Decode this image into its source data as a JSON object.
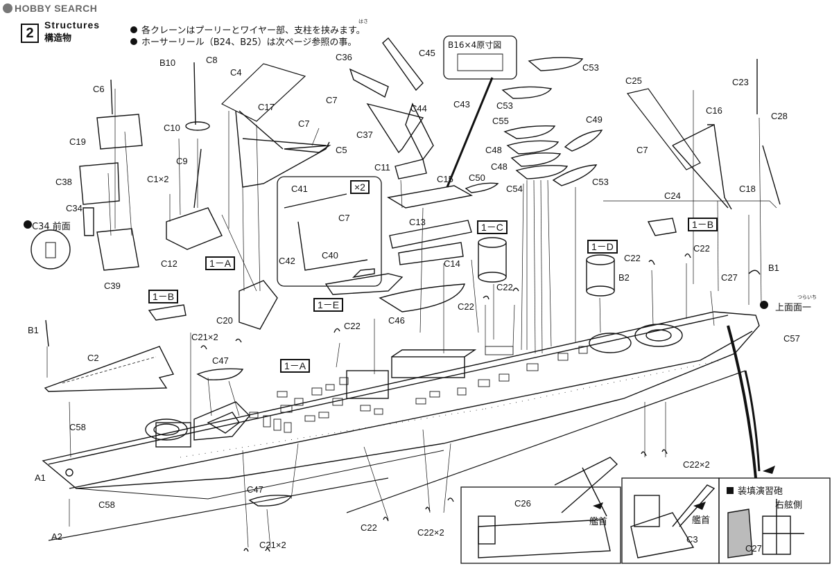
{
  "header": {
    "logo": "HOBBY SEARCH",
    "step_number": "2",
    "title_en": "Structures",
    "title_jp": "構造物",
    "notes": [
      "各クレーンはプーリーとワイヤー部、支柱を挟みます。",
      "ホーサーリール（B24、B25）は次ページ参照の事。"
    ],
    "ruby": "はさ"
  },
  "callouts": {
    "c34_front": "C34 前面",
    "b16_box": "B16×4原寸図",
    "x2": "×2",
    "upper_face": "上面面一",
    "upper_face_ruby": "つらいち",
    "bow1": "艦首",
    "bow2": "艦首",
    "drill_gun": "装填演習砲",
    "starboard": "右舷側"
  },
  "boxes": {
    "b1a": "1－A",
    "b1b": "1－B",
    "b1c": "1－C",
    "b1d": "1－D",
    "b1e": "1－E",
    "b1b2": "1－B",
    "b1a2": "1－A"
  },
  "labels": {
    "C6": "C6",
    "C8": "C8",
    "B10": "B10",
    "C4": "C4",
    "C17": "C17",
    "C7a": "C7",
    "C5": "C5",
    "C36": "C36",
    "C45": "C45",
    "B16x4": "B16×4原寸図",
    "C53a": "C53",
    "C7b": "C7",
    "C44": "C44",
    "C43": "C43",
    "C37": "C37",
    "C19": "C19",
    "C10": "C10",
    "C9": "C9",
    "C1x2": "C1×2",
    "C38": "C38",
    "C34": "C34",
    "C12": "C12",
    "C39": "C39",
    "C41": "C41",
    "C7c": "C7",
    "C42": "C42",
    "C40": "C40",
    "C11": "C11",
    "C15": "C15",
    "C13": "C13",
    "C14": "C14",
    "C53b": "C53",
    "C55": "C55",
    "C48a": "C48",
    "C49": "C49",
    "C48b": "C48",
    "C50": "C50",
    "C54": "C54",
    "C53c": "C53",
    "C25": "C25",
    "C23": "C23",
    "C16": "C16",
    "C28": "C28",
    "C7d": "C7",
    "C24": "C24",
    "C18": "C18",
    "C22a": "C22",
    "C22b": "C22",
    "C22c": "C22",
    "C22d": "C22",
    "C22e": "C22",
    "B2": "B2",
    "C27a": "C27",
    "B1a": "B1",
    "B1b": "B1",
    "C57": "C57",
    "C20": "C20",
    "C21x2a": "C21×2",
    "C46": "C46",
    "C2": "C2",
    "C47a": "C47",
    "C58a": "C58",
    "A1": "A1",
    "C58b": "C58",
    "A2": "A2",
    "C47b": "C47",
    "C21x2b": "C21×2",
    "C22f": "C22",
    "C22x2a": "C22×2",
    "C26": "C26",
    "C22x2b": "C22×2",
    "C3": "C3",
    "C27b": "C27"
  }
}
